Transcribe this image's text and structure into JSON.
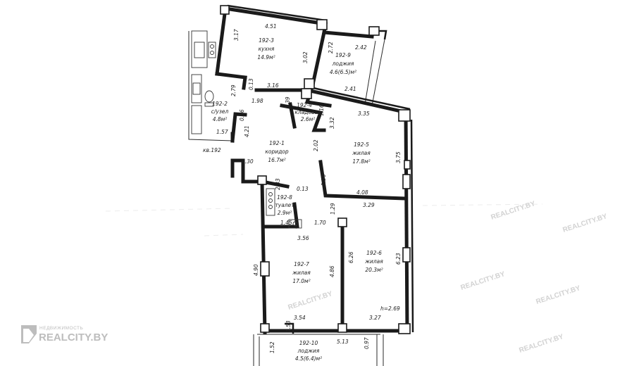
{
  "rooms": [
    {
      "id": "192-3",
      "name": "кухня",
      "area": "14.9м²"
    },
    {
      "id": "192-9",
      "name": "лоджия",
      "area": "4.6(6.5)м²"
    },
    {
      "id": "192-2",
      "name": "с/узел",
      "area": "4.8м²"
    },
    {
      "id": "192-4",
      "name": "кладовая",
      "area": "2.6м²"
    },
    {
      "id": "192-1",
      "name": "коридор",
      "area": "16.7м²"
    },
    {
      "id": "192-5",
      "name": "жилая",
      "area": "17.8м²"
    },
    {
      "id": "192-8",
      "name": "туалет",
      "area": "2.9м²"
    },
    {
      "id": "192-7",
      "name": "жилая",
      "area": "17.0м²"
    },
    {
      "id": "192-6",
      "name": "жилая",
      "area": "20.3м²"
    },
    {
      "id": "192-10",
      "name": "лоджия",
      "area": "4.5(6.4)м²"
    }
  ],
  "dimensions": [
    "4.51",
    "3.17",
    "2.72",
    "2.42",
    "3.02",
    "2.41",
    "2.79",
    "0.13",
    "3.16",
    "1.98",
    "1.39",
    "1.16",
    "3.35",
    "3.32",
    "0.16",
    "4.21",
    "1.57",
    "2.02",
    "3.75",
    "0.30",
    "1.50",
    "4.08",
    "2.33",
    "0.13",
    "3.29",
    "1.29",
    "1.45",
    "1.70",
    "3.56",
    "4.90",
    "4.86",
    "6.26",
    "6.23",
    "3.54",
    "3.27",
    "1.53",
    "5.13",
    "1.52",
    "0.97"
  ],
  "apartment_label": "кв.192",
  "ceiling_height": "h=2.69",
  "watermark": {
    "small": "НЕДВИЖИМОСТЬ",
    "large": "REALCITY.BY",
    "repeat": "REALCITY.BY"
  }
}
